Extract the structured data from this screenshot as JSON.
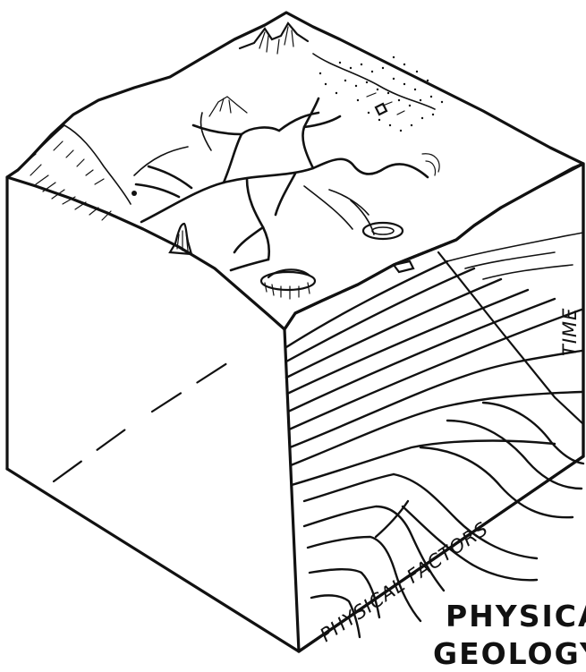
{
  "title": {
    "line1": "PHYSICAL",
    "line2": "GEOLOGY"
  },
  "axes": {
    "vertical": "TIME",
    "diagonal": "PHYSICAL FACTORS"
  }
}
